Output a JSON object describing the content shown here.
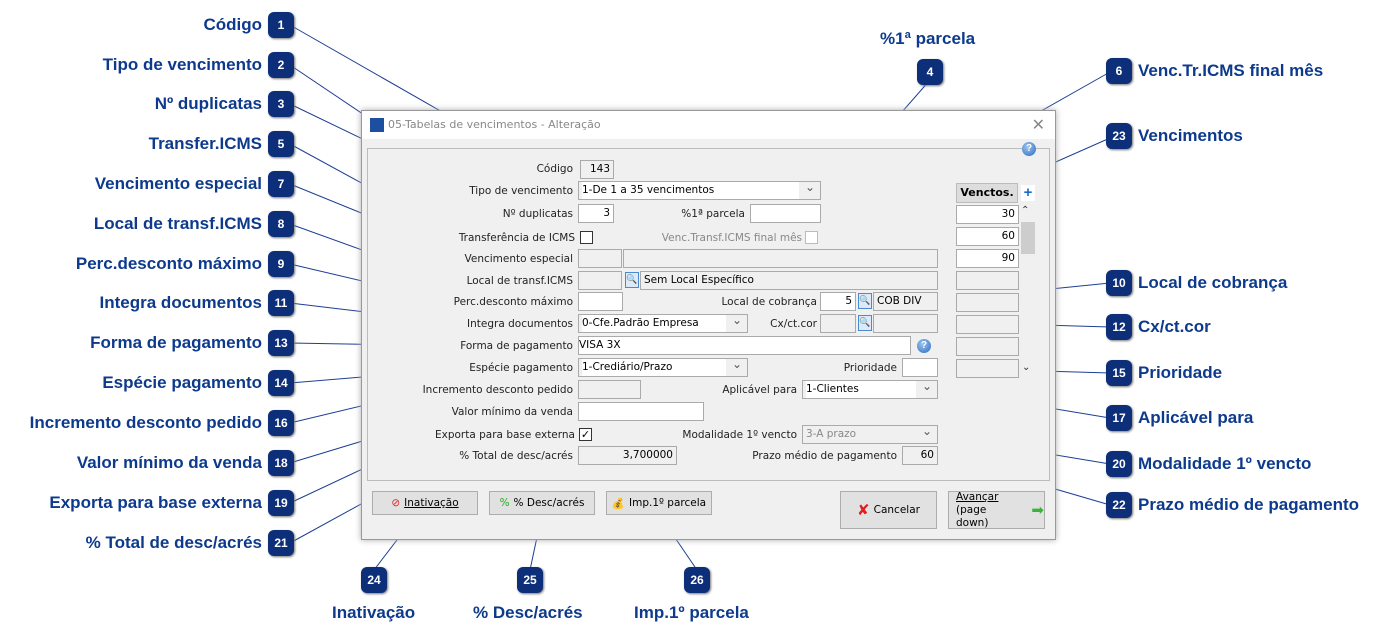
{
  "callouts": {
    "c1": {
      "n": "1",
      "label": "Código"
    },
    "c2": {
      "n": "2",
      "label": "Tipo de vencimento"
    },
    "c3": {
      "n": "3",
      "label": "Nº duplicatas"
    },
    "c4": {
      "n": "4",
      "label": "%1ª parcela"
    },
    "c5": {
      "n": "5",
      "label": "Transfer.ICMS"
    },
    "c6": {
      "n": "6",
      "label": "Venc.Tr.ICMS final mês"
    },
    "c7": {
      "n": "7",
      "label": "Vencimento especial"
    },
    "c8": {
      "n": "8",
      "label": "Local de transf.ICMS"
    },
    "c9": {
      "n": "9",
      "label": "Perc.desconto máximo"
    },
    "c10": {
      "n": "10",
      "label": "Local de cobrança"
    },
    "c11": {
      "n": "11",
      "label": "Integra documentos"
    },
    "c12": {
      "n": "12",
      "label": "Cx/ct.cor"
    },
    "c13": {
      "n": "13",
      "label": "Forma de pagamento"
    },
    "c14": {
      "n": "14",
      "label": "Espécie pagamento"
    },
    "c15": {
      "n": "15",
      "label": "Prioridade"
    },
    "c16": {
      "n": "16",
      "label": "Incremento desconto pedido"
    },
    "c17": {
      "n": "17",
      "label": "Aplicável para"
    },
    "c18": {
      "n": "18",
      "label": "Valor mínimo da venda"
    },
    "c19": {
      "n": "19",
      "label": "Exporta para base externa"
    },
    "c20": {
      "n": "20",
      "label": "Modalidade 1º vencto"
    },
    "c21": {
      "n": "21",
      "label": "% Total de desc/acrés"
    },
    "c22": {
      "n": "22",
      "label": "Prazo médio de pagamento"
    },
    "c23": {
      "n": "23",
      "label": "Vencimentos"
    },
    "c24": {
      "n": "24",
      "label": "Inativação"
    },
    "c25": {
      "n": "25",
      "label": "% Desc/acrés"
    },
    "c26": {
      "n": "26",
      "label": "Imp.1º parcela"
    }
  },
  "dialog": {
    "title": "05-Tabelas de vencimentos - Alteração",
    "codigo": {
      "label": "Código",
      "value": "143"
    },
    "tipo": {
      "label": "Tipo de vencimento",
      "value": "1-De 1 a 35 vencimentos"
    },
    "duplicatas": {
      "label": "Nº duplicatas",
      "value": "3"
    },
    "parcela1": {
      "label": "%1ª parcela",
      "value": ""
    },
    "transf_icms": {
      "label": "Transferência de ICMS",
      "checked": false
    },
    "venc_final_mes": {
      "label": "Venc.Transf.ICMS final mês",
      "checked": false
    },
    "venc_especial": {
      "label": "Vencimento especial"
    },
    "local_transf": {
      "label": "Local de transf.ICMS",
      "value": "Sem Local Específico"
    },
    "perc_desc": {
      "label": "Perc.desconto máximo",
      "value": ""
    },
    "local_cobranca": {
      "label": "Local de cobrança",
      "code": "5",
      "value": "COB DIV"
    },
    "integra": {
      "label": "Integra documentos",
      "value": "0-Cfe.Padrão Empresa"
    },
    "cxct": {
      "label": "Cx/ct.cor"
    },
    "forma": {
      "label": "Forma de pagamento",
      "value": "VISA 3X"
    },
    "especie": {
      "label": "Espécie pagamento",
      "value": "1-Crediário/Prazo"
    },
    "prioridade": {
      "label": "Prioridade",
      "value": ""
    },
    "incremento": {
      "label": "Incremento desconto pedido"
    },
    "aplicavel": {
      "label": "Aplicável para",
      "value": "1-Clientes"
    },
    "valor_min": {
      "label": "Valor mínimo da venda",
      "value": ""
    },
    "exporta": {
      "label": "Exporta para base externa",
      "checked": true,
      "mark": "✓"
    },
    "modalidade": {
      "label": "Modalidade 1º vencto",
      "value": "3-A prazo"
    },
    "total_desc": {
      "label": "% Total de desc/acrés",
      "value": "3,700000"
    },
    "prazo_medio": {
      "label": "Prazo médio de pagamento",
      "value": "60"
    },
    "venctos": {
      "header": "Venctos.",
      "rows": [
        "30",
        "60",
        "90",
        "",
        "",
        "",
        "",
        ""
      ]
    },
    "buttons": {
      "inativacao": "Inativação",
      "desc": "% Desc/acrés",
      "imp": "Imp.1º parcela",
      "cancelar": "Cancelar",
      "avancar": "Avançar",
      "avancar_sub": "(page down)"
    }
  }
}
